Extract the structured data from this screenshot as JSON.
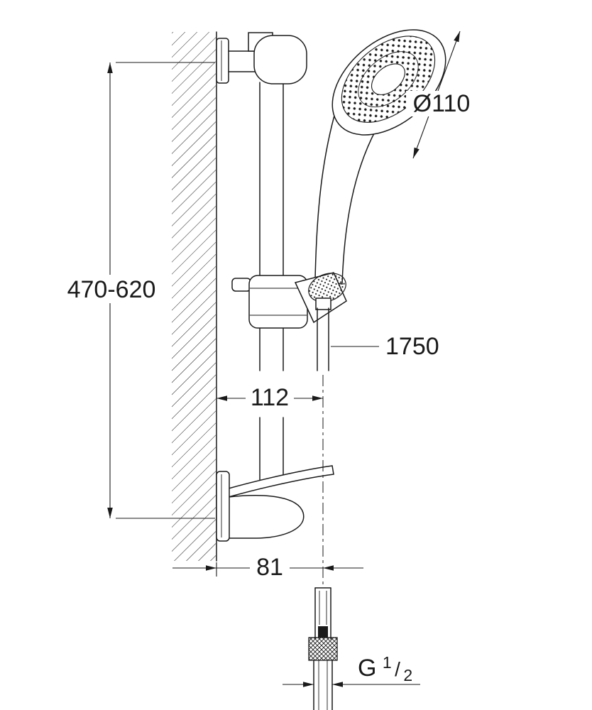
{
  "drawing": {
    "colors": {
      "line": "#1a1a1a",
      "background": "#ffffff"
    },
    "labels": {
      "rail_mounting_height": "470-620",
      "head_diameter": "Ø110",
      "hose_length": "1750",
      "holder_projection": "112",
      "rail_projection": "81",
      "thread": {
        "prefix": "G",
        "numerator": "1",
        "slash": "/",
        "denominator": "2"
      }
    }
  }
}
